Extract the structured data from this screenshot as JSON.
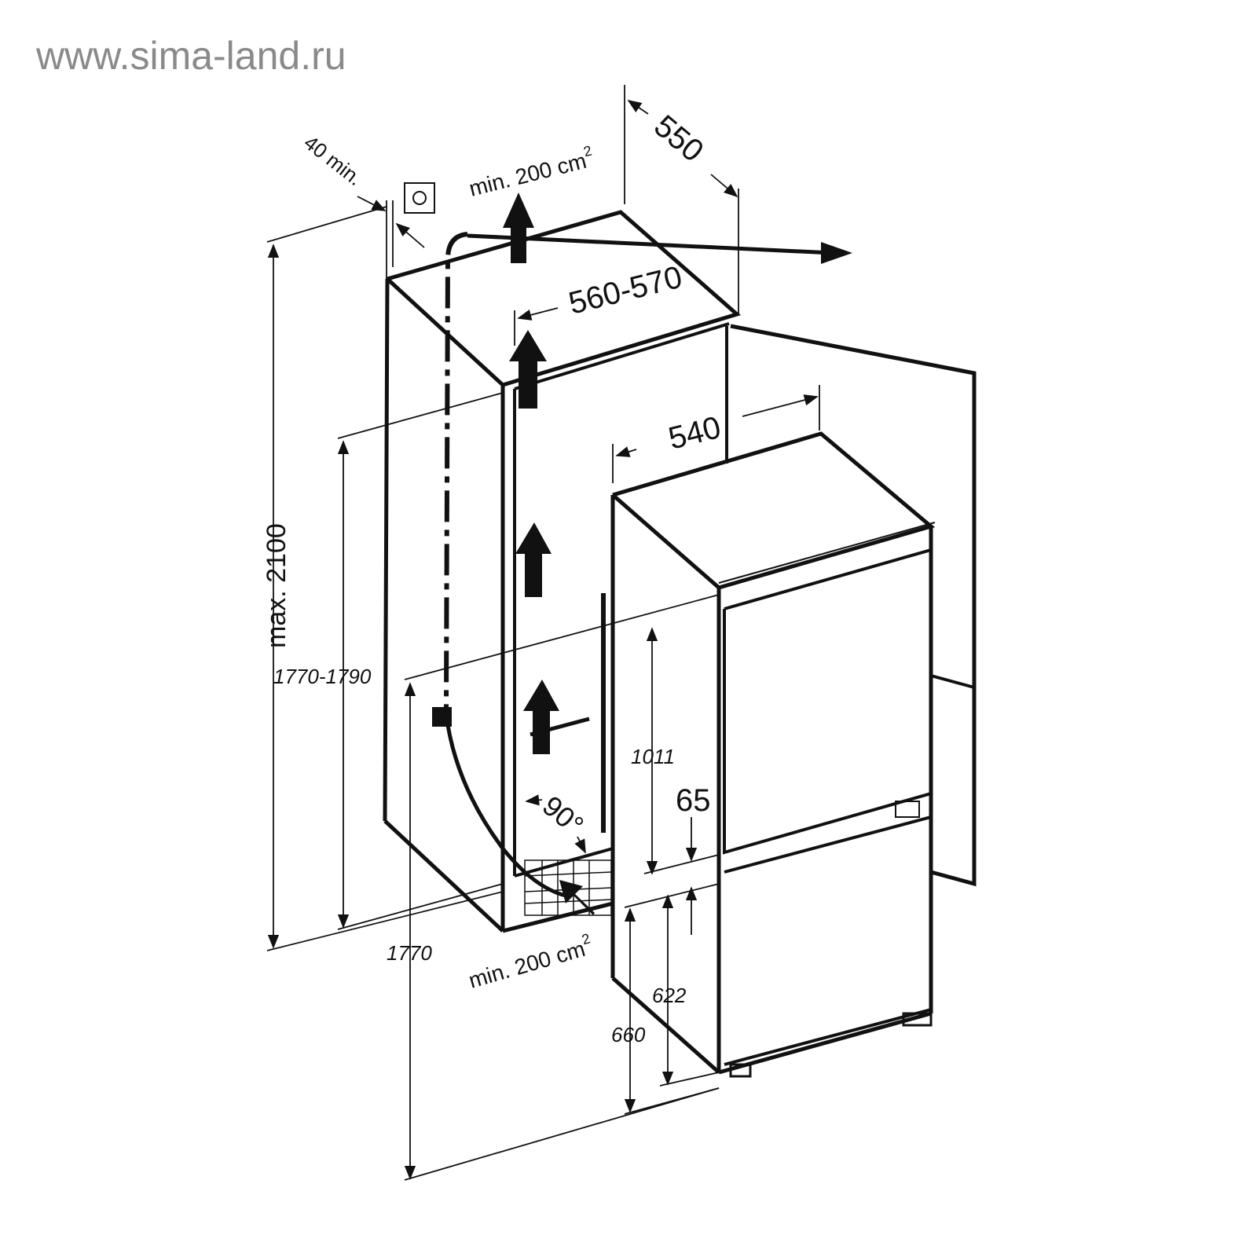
{
  "watermark": "www.sima-land.ru",
  "labels": {
    "clearance_top": "40 min.",
    "vent_top": "min. 200 cm",
    "vent_top_sup": "2",
    "depth_niche": "550",
    "width_niche": "560-570",
    "width_appliance": "540",
    "max_height": "max. 2100",
    "niche_height": "1770-1790",
    "appliance_height": "1770",
    "upper_door": "1011",
    "gap": "65",
    "angle": "90°",
    "lower_door_a": "622",
    "lower_door_b": "660",
    "vent_bottom": "min. 200 cm",
    "vent_bottom_sup": "2"
  }
}
